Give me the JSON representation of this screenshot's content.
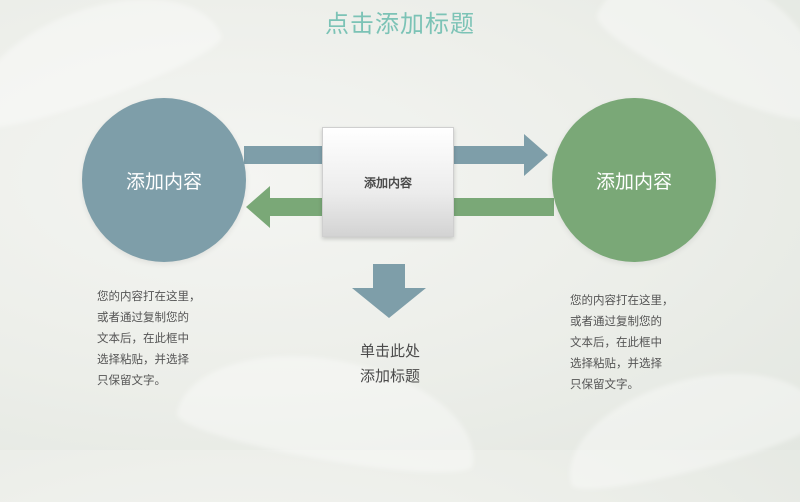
{
  "title": "点击添加标题",
  "left_circle": {
    "label": "添加内容",
    "color": "#7e9ea9"
  },
  "right_circle": {
    "label": "添加内容",
    "color": "#7aa877"
  },
  "center_box": {
    "label": "添加内容"
  },
  "left_text": "您的内容打在这里，\n或者通过复制您的\n文本后，在此框中\n选择粘贴，并选择\n只保留文字。",
  "right_text": "您的内容打在这里，\n或者通过复制您的\n文本后，在此框中\n选择粘贴，并选择\n只保留文字。",
  "bottom_text": "单击此处\n添加标题",
  "colors": {
    "title": "#7cc3b6",
    "blue_arrow": "#7e9ea9",
    "green_arrow": "#7aa877"
  }
}
